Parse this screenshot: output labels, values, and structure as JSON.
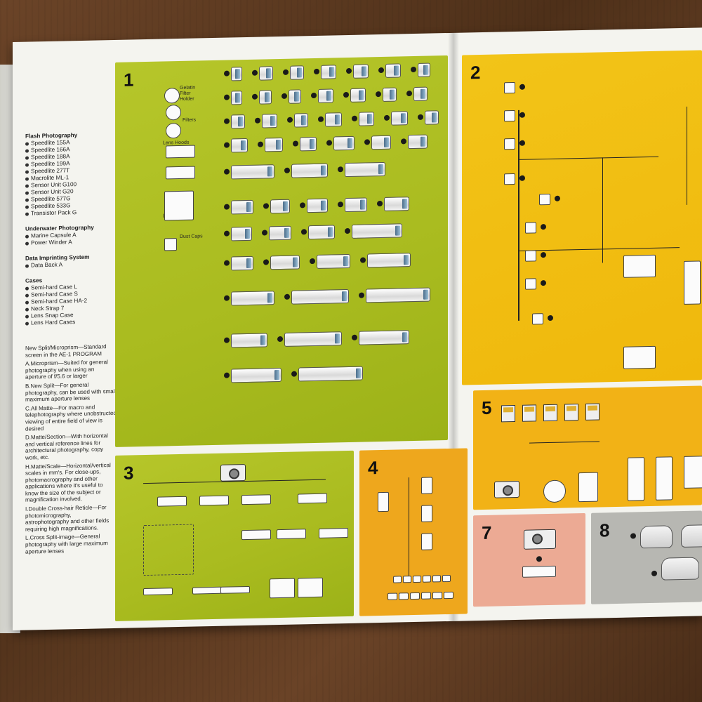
{
  "panels": [
    {
      "number": "1"
    },
    {
      "number": "2"
    },
    {
      "number": "3"
    },
    {
      "number": "4"
    },
    {
      "number": "5"
    },
    {
      "number": "7"
    },
    {
      "number": "8"
    }
  ],
  "panel1_labels": {
    "gelatin": "Gelatin Filter Holder",
    "filters": "Filters",
    "hoods": "Lens Hoods",
    "lens_caps": "Lens Caps",
    "dust_caps": "Dust Caps"
  },
  "flash": {
    "heading": "Flash Photography",
    "items": [
      "Speedlite 155A",
      "Speedlite 166A",
      "Speedlite 188A",
      "Speedlite 199A",
      "Speedlite 277T",
      "Macrolite ML-1",
      "Sensor Unit G100",
      "Sensor Unit G20",
      "Speedlite 577G",
      "Speedlite 533G",
      "Transistor Pack G"
    ]
  },
  "underwater": {
    "heading": "Underwater Photography",
    "items": [
      "Marine Capsule A",
      "Power Winder A"
    ]
  },
  "imprint": {
    "heading": "Data Imprinting System",
    "items": [
      "Data Back A"
    ]
  },
  "cases": {
    "heading": "Cases",
    "items": [
      "Semi-hard Case L",
      "Semi-hard Case S",
      "Semi-hard Case HA-2",
      "Neck Strap 7",
      "Lens Snap Case",
      "Lens Hard Cases"
    ]
  },
  "screens": [
    "New Split/Microprism—Standard screen in the AE-1 PROGRAM",
    "A.Microprism—Suited for general photography when using an aperture of f/5.6 or larger",
    "B.New Split—For general photography, can be used with small maximum aperture lenses",
    "C.All Matte—For macro and telephotography where unobstructed viewing of entire field of view is desired",
    "D.Matte/Section—With horizontal and vertical reference lines for architectural photography, copy work, etc.",
    "H.Matte/Scale—Horizontal/vertical scales in mm's. For close-ups, photomacrography and other applications where it's useful to know the size of the subject or magnification involved.",
    "I.Double Cross-hair Reticle—For photomicrography, astrophotography and other fields requiring high magnifications.",
    "L.Cross Split-image—General photography with large maximum aperture lenses"
  ],
  "colors": {
    "green": "#a9bb1f",
    "yellow": "#f0b80c",
    "orange": "#eea71d",
    "pink": "#ecaa94",
    "gray": "#b7b7b2"
  }
}
